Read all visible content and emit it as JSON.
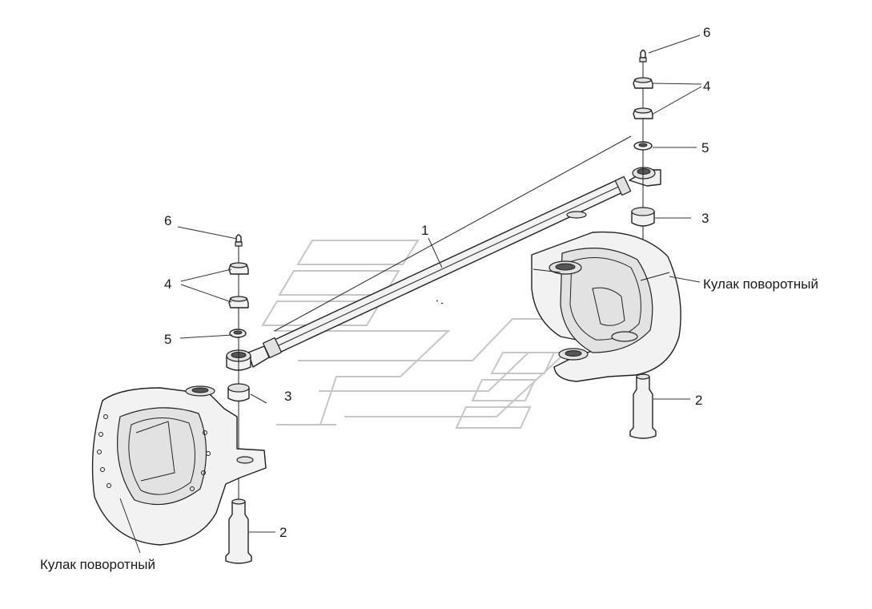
{
  "labels": {
    "part_1": "1",
    "part_2_left": "2",
    "part_2_right": "2",
    "part_3_left": "3",
    "part_3_right": "3",
    "part_4_left": "4",
    "part_4_right": "4",
    "part_5_left": "5",
    "part_5_right": "5",
    "part_6_left": "6",
    "part_6_right": "6",
    "knuckle_left": "Кулак поворотный",
    "knuckle_right": "Кулак поворотный"
  },
  "colors": {
    "line": "#222222",
    "part_fill": "#f2f2f2",
    "watermark": "#c6c6c6"
  }
}
